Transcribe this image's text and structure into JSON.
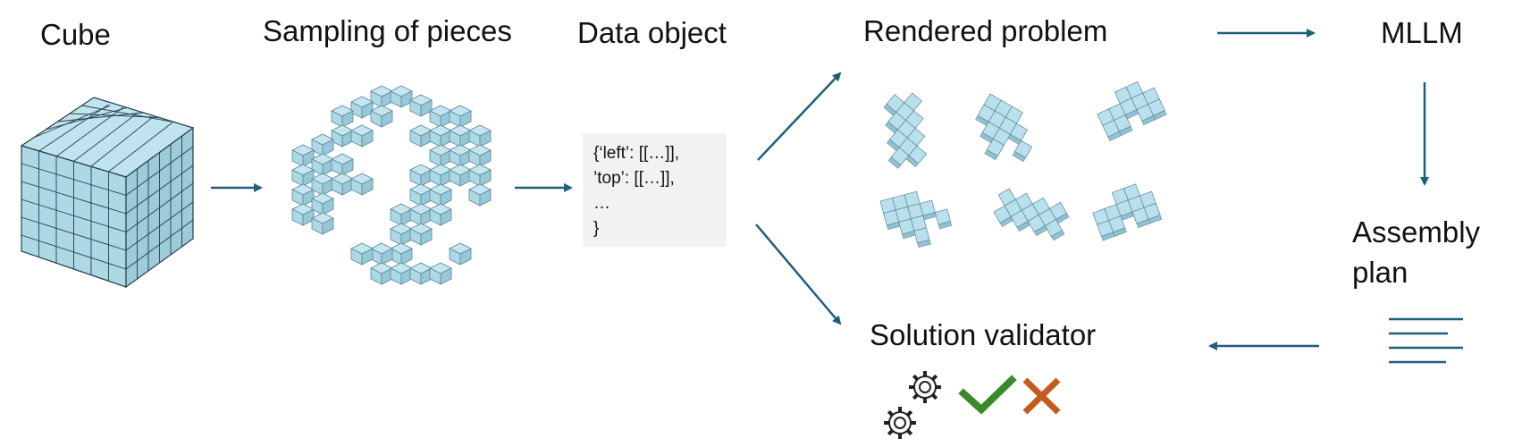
{
  "stages": {
    "cube": "Cube",
    "sampling": "Sampling of pieces",
    "data_object": "Data object",
    "rendered": "Rendered problem",
    "mllm": "MLLM",
    "assembly_line1": "Assembly",
    "assembly_line2": "plan",
    "validator": "Solution validator"
  },
  "code_lines": [
    "{‘left’:  [[…]],",
    "’top’:  [[…]],",
    "…",
    "}"
  ],
  "colors": {
    "cube_fill": "#add8e6",
    "arrow": "#1f5f7a",
    "check": "#3a8a2a",
    "cross": "#c65a1e",
    "code_bg": "#f2f2f2"
  },
  "icons": [
    "gears-icon",
    "check-icon",
    "cross-icon",
    "lines-icon"
  ]
}
